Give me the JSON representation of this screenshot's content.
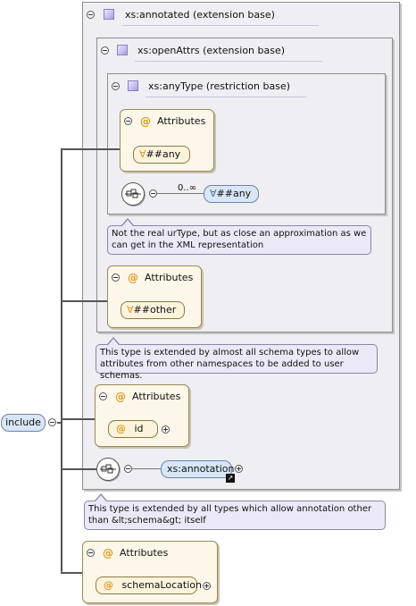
{
  "root": {
    "label": "include"
  },
  "annotated": {
    "title": "xs:annotated (extension base)"
  },
  "openAttrs": {
    "title": "xs:openAttrs (extension base)"
  },
  "anyType": {
    "title": "xs:anyType (restriction base)",
    "attributes_title": "Attributes",
    "any_attr": "##any",
    "occurrence": "0..∞",
    "any_element": "##any",
    "note": "Not the real urType, but as close an approximation as we can get in the XML representation"
  },
  "openAttrs_attributes": {
    "title": "Attributes",
    "value": "##other"
  },
  "openAttrs_note": "This type is extended by almost all schema types to allow attributes from other namespaces to be added to user schemas.",
  "annotated_attributes": {
    "title": "Attributes",
    "attr": "id"
  },
  "annotation": {
    "label": "xs:annotation"
  },
  "annotated_note": "This type is extended by all types which allow annotation other than &lt;schema&gt; itself",
  "include_attributes": {
    "title": "Attributes",
    "attr": "schemaLocation"
  },
  "symbols": {
    "wildcard": "∀",
    "attribute": "@"
  }
}
